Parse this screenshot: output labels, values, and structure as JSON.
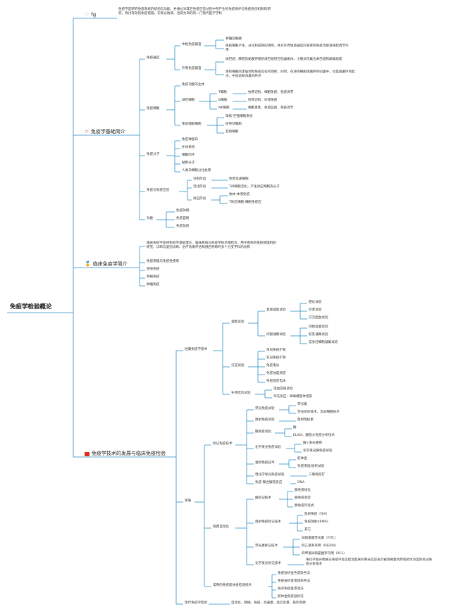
{
  "title": "免疫学检验概论",
  "colors": {
    "line": "#2e8fc7",
    "text": "#333333",
    "heart": "#d94f4f",
    "star": "#e4572e",
    "medal": "#e06c1a",
    "flag": "#d93025"
  },
  "branches": {
    "intro": {
      "label": "fg",
      "icon": "heart-icon",
      "text": "免疫学是研究免疫系统的结构与功能、并通过对其在免疫应答过程中所产生的免疫保护与免疫损伤机制的研究，探讨有效的免疫措施，实现以防病、治病为目的的一门现代医学学科"
    },
    "basic": {
      "label": "免疫学基础简介",
      "icon": "star-icon",
      "organs": {
        "label": "免疫器官",
        "central": {
          "label": "中枢免疫器官",
          "items": [
            "骨髓及胸腺",
            "免疫细胞产生、分化和成熟的场所，并对外周免疫器官的发育和免疫功能发挥起调节作用"
          ]
        },
        "peripheral": {
          "label": "外周免疫器官",
          "items": [
            "淋巴结、脾脏及黏膜伴随的淋巴组织包括扁桃体、小肠派氏集合淋巴结和阑尾组成",
            "淋巴细胞的定居地和免疫应答的场所，同时，在淋巴细胞再循环和归巢中，也是再循环的起点、中途站和归巢的终点"
          ]
        }
      },
      "cells": {
        "label": "免疫细胞",
        "item1": "免疫功能的主体",
        "lymph": {
          "label": "淋巴细胞",
          "rows": [
            {
              "label": "T细胞",
              "desc": "抗原识别、细胞免疫、免疫调节"
            },
            {
              "label": "B细胞",
              "desc": "抗原识别、体液免疫"
            },
            {
              "label": "NK细胞",
              "desc": "细胞毒性、免疫监视、免疫调节"
            }
          ]
        },
        "aux": {
          "label": "免疫辅助细胞",
          "items": [
            "单核-巨噬细胞系统",
            "树突状细胞",
            "其他细胞"
          ]
        }
      },
      "molecules": {
        "label": "免疫分子",
        "items": [
          "免疫球蛋白",
          "补体系统",
          "细胞因子",
          "黏附分子",
          "人类白细胞分化抗原"
        ]
      },
      "response": {
        "label": "免疫与免疫应答",
        "stages": [
          {
            "label": "识别阶段",
            "items": [
              "抗原呈递细胞"
            ]
          },
          {
            "label": "活化阶段",
            "items": [
              "T/B细胞活化，产生效应细胞及分子"
            ]
          },
          {
            "label": "效应阶段",
            "items": [
              "抗体-体液免疫",
              "T效应细胞-细胞免疫应"
            ]
          }
        ]
      },
      "functions": {
        "label": "功能",
        "items": [
          "免疫防御",
          "免疫自稳",
          "免疫监视"
        ]
      }
    },
    "clinical": {
      "label": "临床免疫学简介",
      "icon": "medal-icon",
      "text": "临床免疫学是将免疫学基础理论、临床疾病与免疫学技术相结合，用于疾病的免疫病理机制研究、诊断与鉴别诊断、治疗效果评估和预后判断的多个分支学科的总称",
      "items": [
        "免疫病理与免疫性疾病",
        "感染免疫",
        "移植免疫",
        "肿瘤免疫"
      ]
    },
    "tech": {
      "label": "免疫学技术的发展与临床免疫检验",
      "icon": "flag-icon",
      "classic": {
        "label": "经典免疫学技术",
        "aggl": {
          "label": "凝集试验",
          "direct": {
            "label": "直接凝集试验",
            "items": [
              "肥达试验",
              "外斐试验",
              "交叉配血试验"
            ]
          },
          "indirect": {
            "label": "间接凝集试验",
            "items": [
              "间接血凝试验",
              "胶乳凝集试验",
              "自身红细胞凝集试验"
            ]
          }
        },
        "precip": {
          "label": "沉淀试验",
          "items": [
            "单向免疫扩散",
            "双向免疫扩散",
            "免疫电泳",
            "免疫浊度测定",
            "免疫固定电泳"
          ]
        },
        "complement": {
          "label": "补体结合试验",
          "items": [
            "溶血空斑试验",
            "华氏反应：梅毒螺旋体感染"
          ]
        }
      },
      "development": {
        "label": "发展",
        "labeled": {
          "label": "标记免疫技术",
          "fluor": {
            "label": "荧光免疫试验",
            "items": [
              "荧光素",
              "荧光抗体技术、流式细胞技术"
            ]
          },
          "radio": {
            "label": "放射免疫试验",
            "items": [
              "放射性核素"
            ]
          },
          "enzyme": {
            "label": "酶免疫试验",
            "items": [
              "酶",
              "ELISA、酶放大免疫分析技术"
            ]
          },
          "chemi": {
            "label": "化学发光免疫试验",
            "items": [
              "酶+发光底物",
              "化学发光酶免疫试验"
            ]
          },
          "gold": {
            "label": "金标免疫技术",
            "items": [
              "胶体金",
              "免疫渗透/层析试验"
            ]
          },
          "pcr": {
            "label": "电化学发光免疫试验",
            "items": [
              "三联吡啶钌"
            ]
          },
          "pcr2": {
            "label": "免疫-聚合酶链反应",
            "items": [
              "DNA"
            ]
          }
        },
        "modern": {
          "label": "经典自动化",
          "enzymeMark": {
            "label": "酶标记技术",
            "items": [
              "酶免疫组化",
              "酶免疫测定",
              "酶免疫印迹式"
            ]
          },
          "radioMark": {
            "label": "放射免疫标记技术",
            "items": [
              "放射免疫（RIA）",
              "免疫放射(IRMA)",
              "其它"
            ]
          },
          "fluorMark": {
            "label": "荧光素标记技术",
            "items": [
              "异硫氰酸荧光素（FITC）",
              "四乙基罗丹明（RB200）",
              "四甲基异硫氰酸罗丹明（RCL）"
            ]
          },
          "chemiMark": {
            "label": "化学发光标记技术",
            "items": [
              "将化学发光物质与免疫学反应结合起来的用光反应表示被测微量抗原或抗体浓度的标记免疫分析技术"
            ]
          }
        },
        "autoDetect": {
          "label": "常用的免疫胶体金检测技术",
          "items": [
            "免疫层析金色谱染色法",
            "免疫层析金电镜染色法",
            "斑点免疫金渗滤法",
            "胶体金免疫层析法"
          ]
        },
        "modernLab": {
          "label": "现代免疫学检验",
          "text": "自动化、精确、快速、高通量、高信息量、操作简便"
        }
      }
    }
  }
}
